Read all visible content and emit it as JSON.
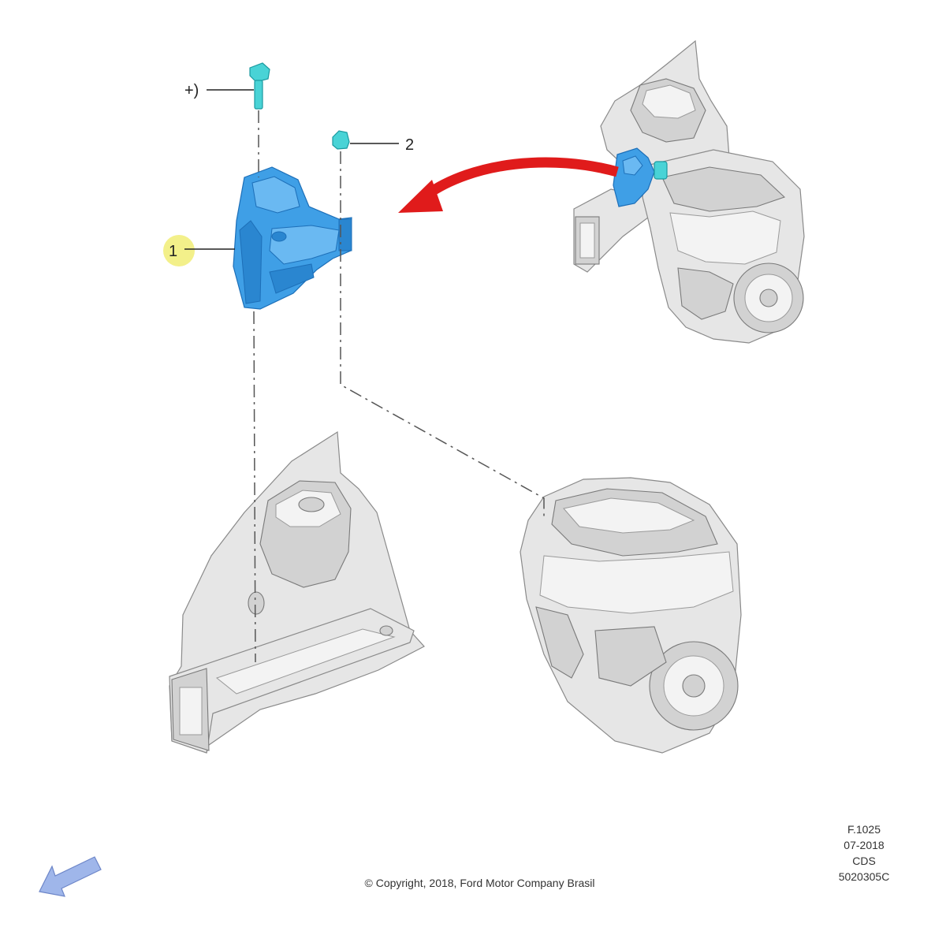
{
  "callouts": {
    "fastener_note": "+)",
    "part_2": "2",
    "part_1": "1"
  },
  "copyright": "© Copyright, 2018, Ford Motor Company Brasil",
  "reference": {
    "figure": "F.1025",
    "date": "07-2018",
    "code": "CDS",
    "number": "5020305C"
  },
  "colors": {
    "part_highlight": "#3f9fe6",
    "fastener": "#49d3d6",
    "direction_arrow": "#e01b1b",
    "callout_marker": "#f3f08a",
    "nav_arrow": "#9fb6ea"
  },
  "icons": {
    "nav": "back-arrow-icon"
  }
}
